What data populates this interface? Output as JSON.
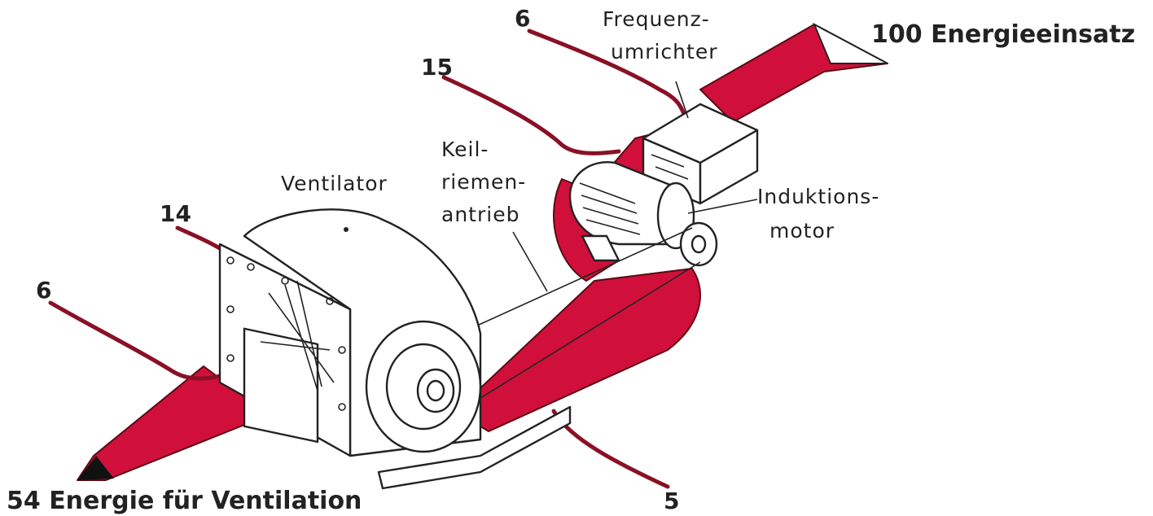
{
  "labels": {
    "input": "100 Energieeinsatz",
    "output": "54 Energie für Ventilation",
    "inverter_line1": "Frequenz-",
    "inverter_line2": "umrichter",
    "belt_line1": "Keil-",
    "belt_line2": "riemen-",
    "belt_line3": "antrieb",
    "fan": "Ventilator",
    "motor_line1": "Induktions-",
    "motor_line2": "motor"
  },
  "losses": {
    "inverter": "6",
    "motor": "15",
    "belt": "5",
    "fan_bearing": "14",
    "fan_housing": "6"
  },
  "colors": {
    "energy_flow": "#d0103a",
    "loss_line": "#8a1025",
    "outline": "#222222"
  }
}
